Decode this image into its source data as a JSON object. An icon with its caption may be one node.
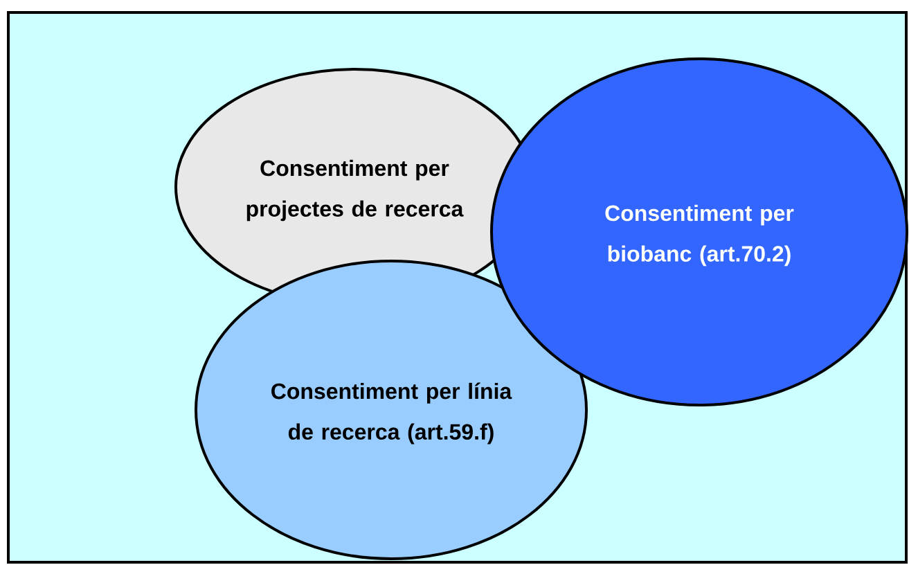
{
  "diagram": {
    "nodes": [
      {
        "text": [
          "Consentiment per projectes de recerca"
        ]
      },
      {
        "text": [
          "Consentiment per biobanc (art.70.2)"
        ]
      },
      {
        "text": [
          "Consentiment per línia de recerca (art.59.f)"
        ]
      }
    ]
  }
}
